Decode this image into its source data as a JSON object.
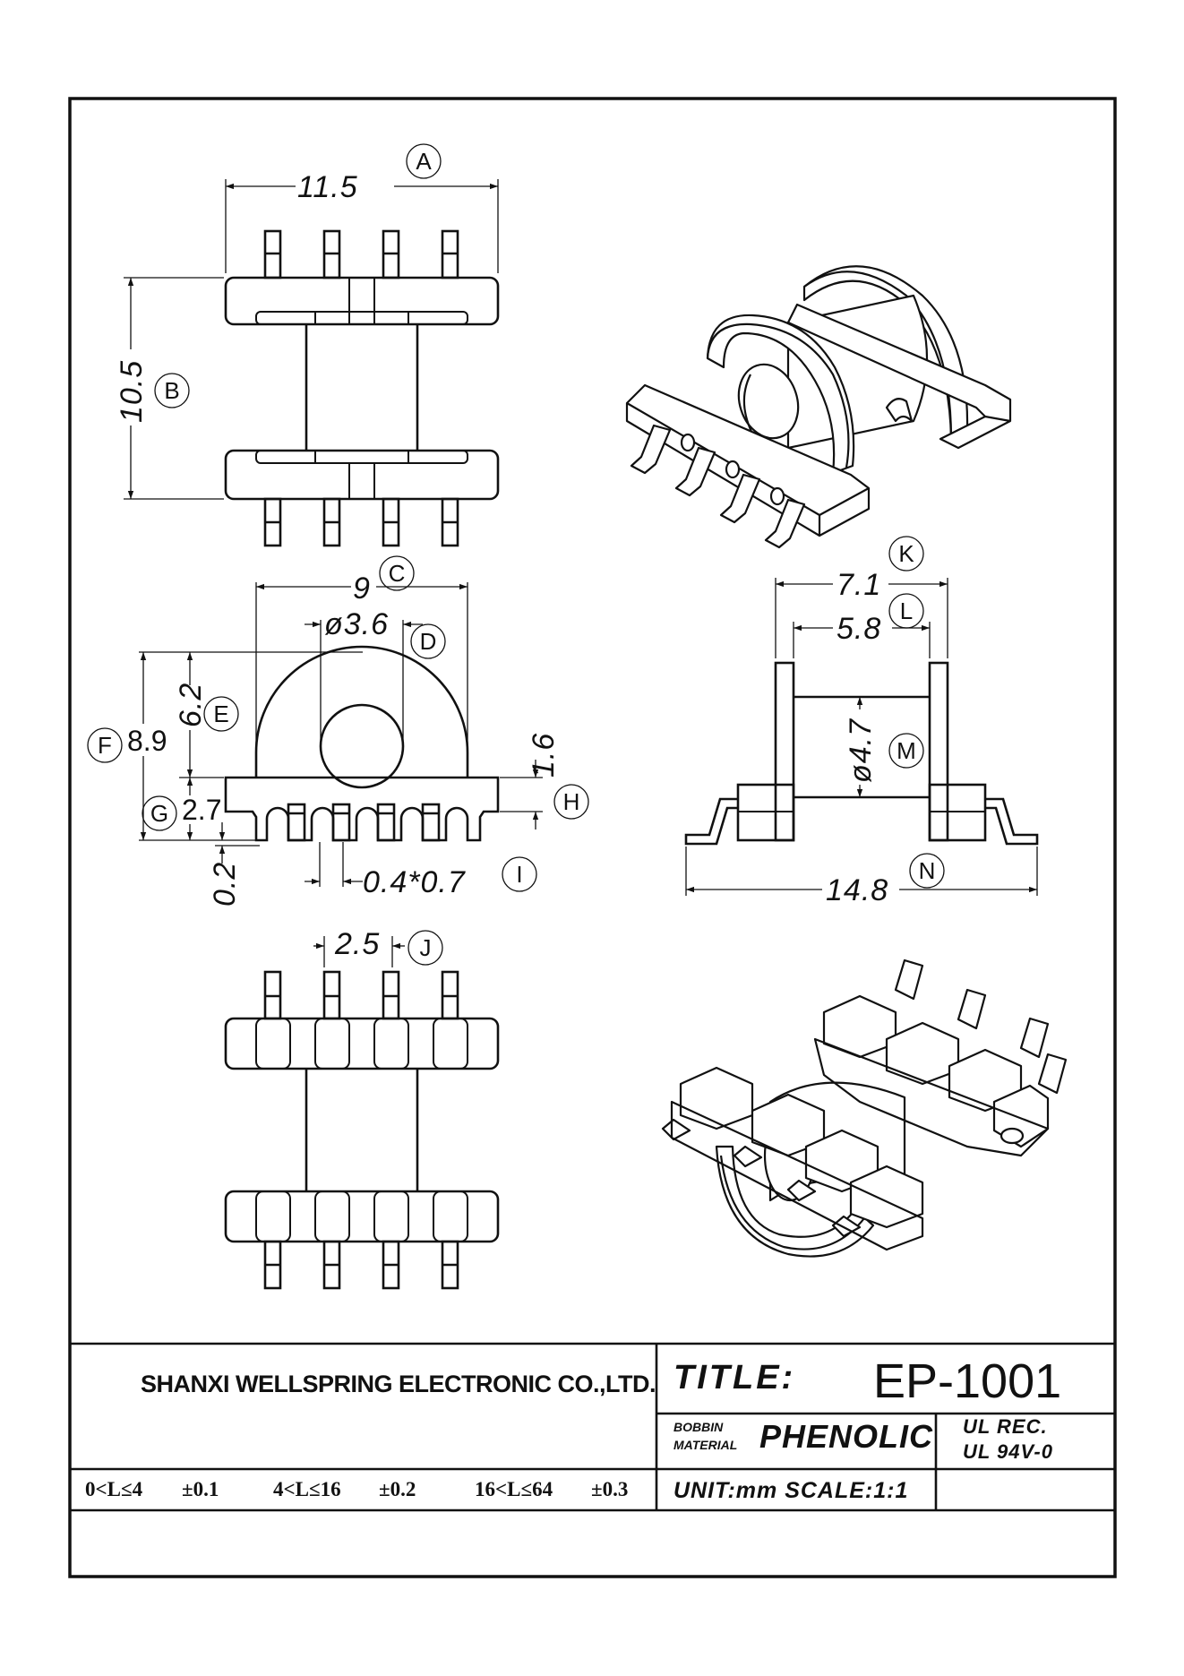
{
  "dimensions": {
    "A": {
      "label": "A",
      "value": "11.5"
    },
    "B": {
      "label": "B",
      "value": "10.5"
    },
    "C": {
      "label": "C",
      "value": "9"
    },
    "D": {
      "label": "D",
      "value": "ø3.6"
    },
    "E": {
      "label": "E",
      "value": "6.2"
    },
    "F": {
      "label": "F",
      "value": "8.9"
    },
    "G": {
      "label": "G",
      "value": "2.7"
    },
    "H": {
      "label": "H",
      "value": "1.6"
    },
    "I": {
      "label": "I",
      "value": "0.4*0.7"
    },
    "J": {
      "label": "J",
      "value": "2.5"
    },
    "K": {
      "label": "K",
      "value": "7.1"
    },
    "L": {
      "label": "L",
      "value": "5.8"
    },
    "M": {
      "label": "M",
      "value": "ø4.7"
    },
    "N": {
      "label": "N",
      "value": "14.8"
    },
    "standoff": "0.2"
  },
  "title_block": {
    "company": "SHANXI WELLSPRING ELECTRONIC CO.,LTD.",
    "title_label": "TITLE:",
    "part_number": "EP-1001",
    "material_label_1": "BOBBIN",
    "material_label_2": "MATERIAL",
    "material": "PHENOLIC",
    "ul_line1": "UL REC.",
    "ul_line2": "UL 94V-0",
    "unit_scale": "UNIT:mm SCALE:1:1",
    "tolerances": [
      {
        "range": "0<L≤4",
        "tol": "±0.1"
      },
      {
        "range": "4<L≤16",
        "tol": "±0.2"
      },
      {
        "range": "16<L≤64",
        "tol": "±0.3"
      }
    ]
  }
}
